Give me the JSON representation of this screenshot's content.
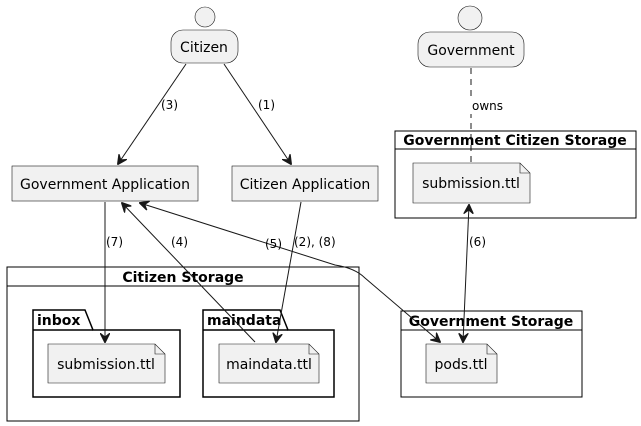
{
  "actors": {
    "citizen": "Citizen",
    "government": "Government"
  },
  "components": {
    "government_application": "Government Application",
    "citizen_application": "Citizen Application"
  },
  "containers": {
    "government_citizen_storage": {
      "title": "Government Citizen Storage",
      "file": "submission.ttl"
    },
    "citizen_storage": {
      "title": "Citizen Storage",
      "inbox": {
        "title": "inbox",
        "file": "submission.ttl"
      },
      "maindata": {
        "title": "maindata",
        "file": "maindata.ttl"
      }
    },
    "government_storage": {
      "title": "Government Storage",
      "file": "pods.ttl"
    }
  },
  "edges": {
    "citizen_to_gov_app": "(3)",
    "citizen_to_citizen_app": "(1)",
    "government_owns": "owns",
    "gov_app_to_inbox": "(7)",
    "maindata_to_gov_app": "(4)",
    "gov_app_pods": "(5)",
    "citizen_app_to_maindata": "(2), (8)",
    "gcs_submission_pods": "(6)"
  }
}
